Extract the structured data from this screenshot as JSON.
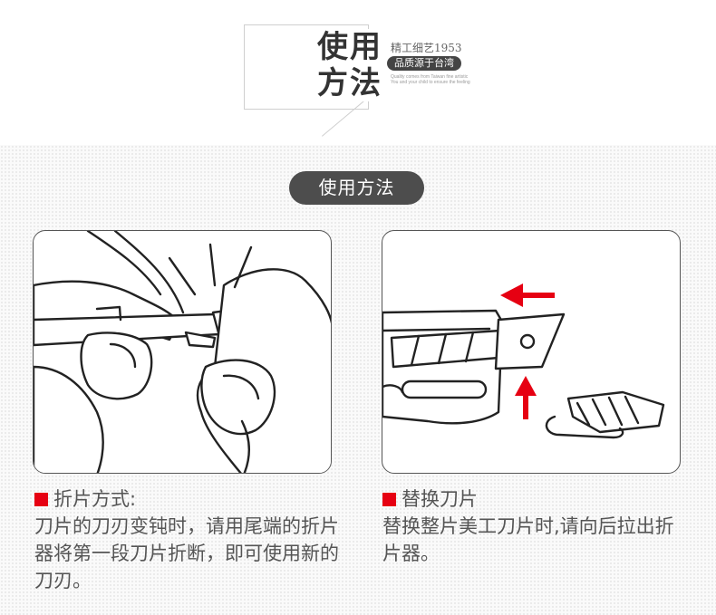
{
  "header": {
    "title": "使用方法",
    "brand_line": "精工细艺1953",
    "brand_pill": "品质源于台湾",
    "brand_small_1": "Quality comes from Taiwan fine artistic",
    "brand_small_2": "You and your child to ensure the feeling"
  },
  "section": {
    "label": "使用方法"
  },
  "steps": [
    {
      "title": "折片方式:",
      "body": "刀片的刀刃变钝时，请用尾端的折片器将第一段刀片折断，即可使用新的刀刃。"
    },
    {
      "title": "替换刀片",
      "body": "替换整片美工刀片时,请向后拉出折片器。"
    }
  ],
  "colors": {
    "accent": "#e60012",
    "pill": "#4d4d4d",
    "text": "#555555"
  }
}
